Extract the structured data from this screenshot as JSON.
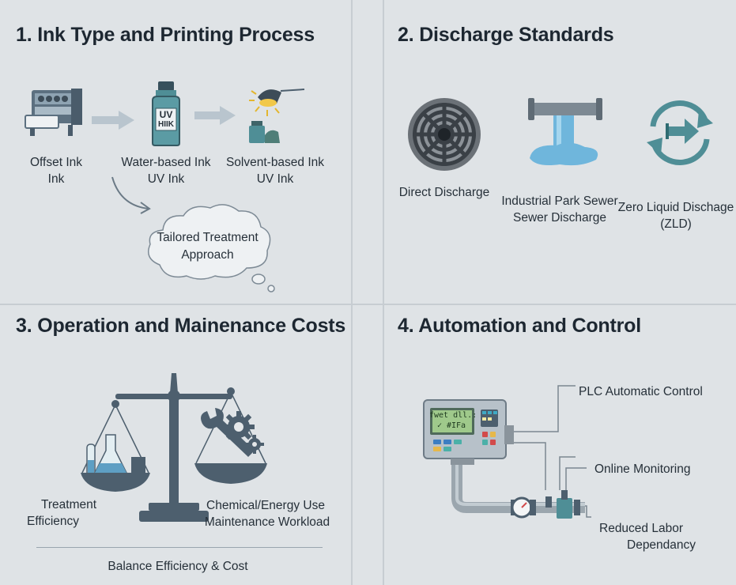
{
  "panel1": {
    "title": "1. Ink Type and Printing Process",
    "offset_label_1": "Offset Ink",
    "offset_label_2": "Ink",
    "water_label_1": "Water-based Ink",
    "water_label_2": "UV Ink",
    "solvent_label_1": "Solvent-based Ink",
    "solvent_label_2": "UV Ink",
    "bottle_text_1": "UV",
    "bottle_text_2": "HIIK",
    "cloud_label_1": "Tailored Treatment",
    "cloud_label_2": "Approach"
  },
  "panel2": {
    "title": "2. Discharge Standards",
    "direct_label": "Direct Discharge",
    "sewer_label_1": "Industrial Park Sewer",
    "sewer_label_2": "Sewer Discharge",
    "zld_label_1": "Zero Liquid Dischage",
    "zld_label_2": "(ZLD)"
  },
  "panel3": {
    "title": "3. Operation and Mainenance Costs",
    "left_label_1": "Treatment",
    "left_label_2": "Efficiency",
    "right_label_1": "Chemical/Energy Use",
    "right_label_2": "Maintenance Workload",
    "footer": "Balance Efficiency & Cost"
  },
  "panel4": {
    "title": "4. Automation and Control",
    "plc_label": "PLC Automatic Control",
    "monitor_label": "Online Monitoring",
    "labor_label_1": "Reduced Labor",
    "labor_label_2": "Dependancy",
    "screen_text_1": "fwet dll.:",
    "screen_text_2": "✓ #IFa"
  },
  "colors": {
    "teal": "#4f8e96",
    "water_blue": "#6fb6dc",
    "slate": "#4d5f6e",
    "background": "#e4e7e9"
  }
}
